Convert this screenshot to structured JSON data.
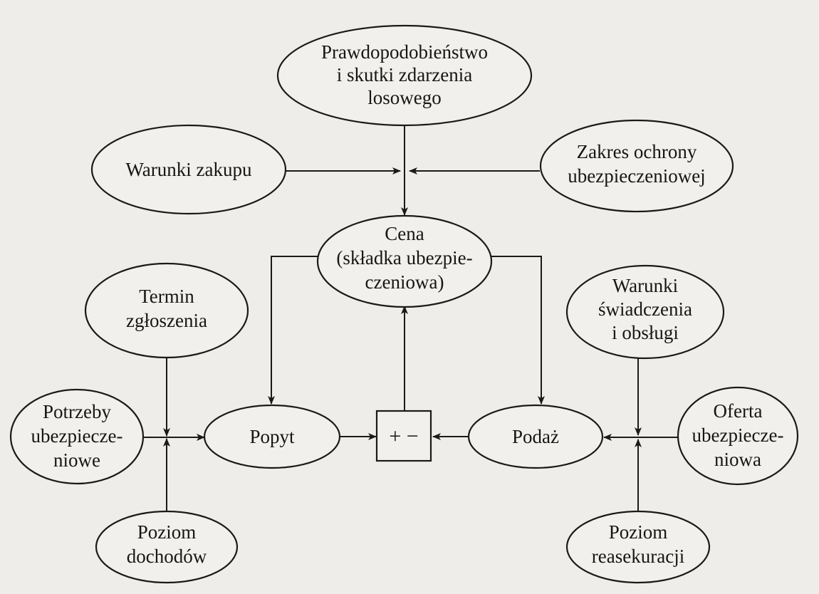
{
  "diagram": {
    "nodes": {
      "prawdopodobienstwo": [
        "Prawdopodobieństwo",
        "i skutki zdarzenia",
        "losowego"
      ],
      "warunki_zakupu": [
        "Warunki zakupu"
      ],
      "zakres_ochrony": [
        "Zakres ochrony",
        "ubezpieczeniowej"
      ],
      "cena": [
        "Cena",
        "(składka ubezpie-",
        "czeniowa)"
      ],
      "termin": [
        "Termin",
        "zgłoszenia"
      ],
      "warunki_swiadczenia": [
        "Warunki",
        "świadczenia",
        "i obsługi"
      ],
      "potrzeby": [
        "Potrzeby",
        "ubezpiecze-",
        "niowe"
      ],
      "popyt": [
        "Popyt"
      ],
      "operator": [
        "+ −"
      ],
      "podaz": [
        "Podaż"
      ],
      "oferta": [
        "Oferta",
        "ubezpiecze-",
        "niowa"
      ],
      "poziom_dochodow": [
        "Poziom",
        "dochodów"
      ],
      "poziom_reasekuracji": [
        "Poziom",
        "reasekuracji"
      ]
    },
    "edges": [
      {
        "from": "prawdopodobienstwo",
        "to": "cena"
      },
      {
        "from": "warunki_zakupu",
        "to": "cena"
      },
      {
        "from": "zakres_ochrony",
        "to": "cena"
      },
      {
        "from": "cena",
        "to": "popyt"
      },
      {
        "from": "cena",
        "to": "podaz"
      },
      {
        "from": "operator",
        "to": "cena"
      },
      {
        "from": "popyt",
        "to": "operator"
      },
      {
        "from": "podaz",
        "to": "operator"
      },
      {
        "from": "termin",
        "to": "popyt"
      },
      {
        "from": "potrzeby",
        "to": "popyt"
      },
      {
        "from": "poziom_dochodow",
        "to": "popyt"
      },
      {
        "from": "warunki_swiadczenia",
        "to": "podaz"
      },
      {
        "from": "oferta",
        "to": "podaz"
      },
      {
        "from": "poziom_reasekuracji",
        "to": "podaz"
      }
    ]
  }
}
